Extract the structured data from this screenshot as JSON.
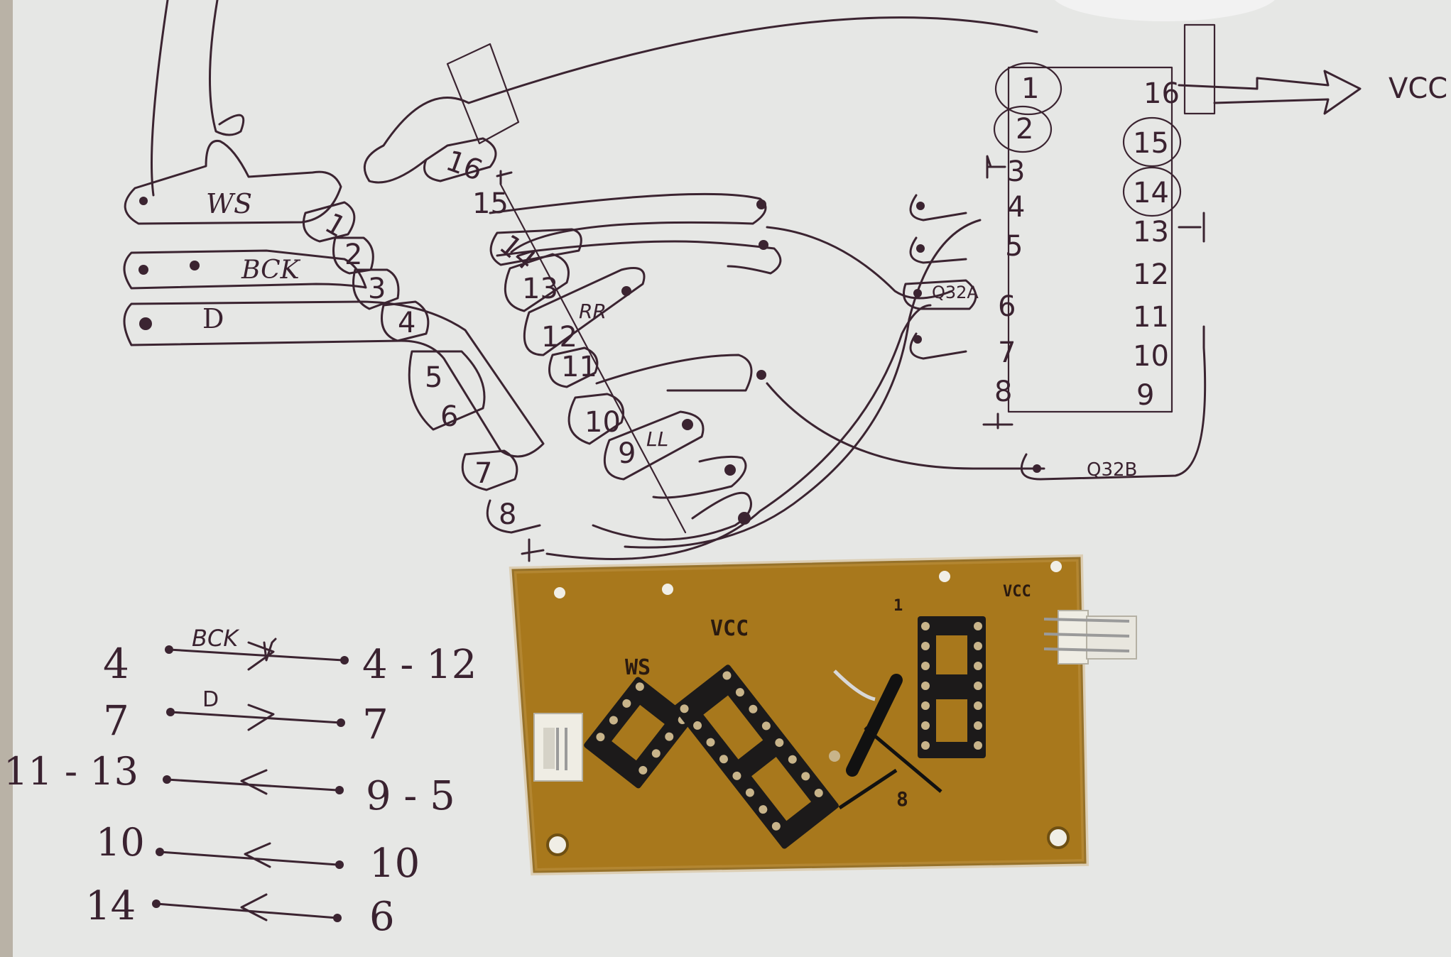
{
  "photo": {
    "subject": "hand-drawn circuit wiring sketch on paper with a PCB on top",
    "colors": {
      "paper": "#e6e7e5",
      "ink": "#3b2431",
      "pcb": "#a8781c",
      "socket": "#1c1a1a",
      "connector": "#e8e6de"
    }
  },
  "sketch": {
    "vcc_label": "VCC",
    "signals": {
      "ws": "WS",
      "bck": "BCK",
      "d": "D"
    },
    "left_chip_pins": [
      "16",
      "15",
      "14",
      "13",
      "12",
      "11",
      "10",
      "9",
      "1",
      "2",
      "3",
      "4",
      "5",
      "6",
      "7",
      "8"
    ],
    "left_chip_pin_labels": {
      "rr": "RR",
      "ll": "LL"
    },
    "right_chip_pins": [
      "1",
      "2",
      "3",
      "4",
      "5",
      "6",
      "7",
      "8",
      "16",
      "15",
      "14",
      "13",
      "12",
      "11",
      "10",
      "9"
    ],
    "q32a_label": "Q32A",
    "q32b_label": "Q32B"
  },
  "mapping": {
    "rows": [
      {
        "left": "4",
        "label": "BCK",
        "right": "4 - 12"
      },
      {
        "left": "7",
        "label": "D",
        "right": "7"
      },
      {
        "left": "11 - 13",
        "label": "",
        "right": "9 - 5"
      },
      {
        "left": "10",
        "label": "",
        "right": "10"
      },
      {
        "left": "14",
        "label": "",
        "right": "6"
      }
    ]
  },
  "pcb": {
    "labels": {
      "vcc": "VCC",
      "vcc_corner": "VCC",
      "ws": "WS",
      "one": "1",
      "eight": "8"
    }
  }
}
